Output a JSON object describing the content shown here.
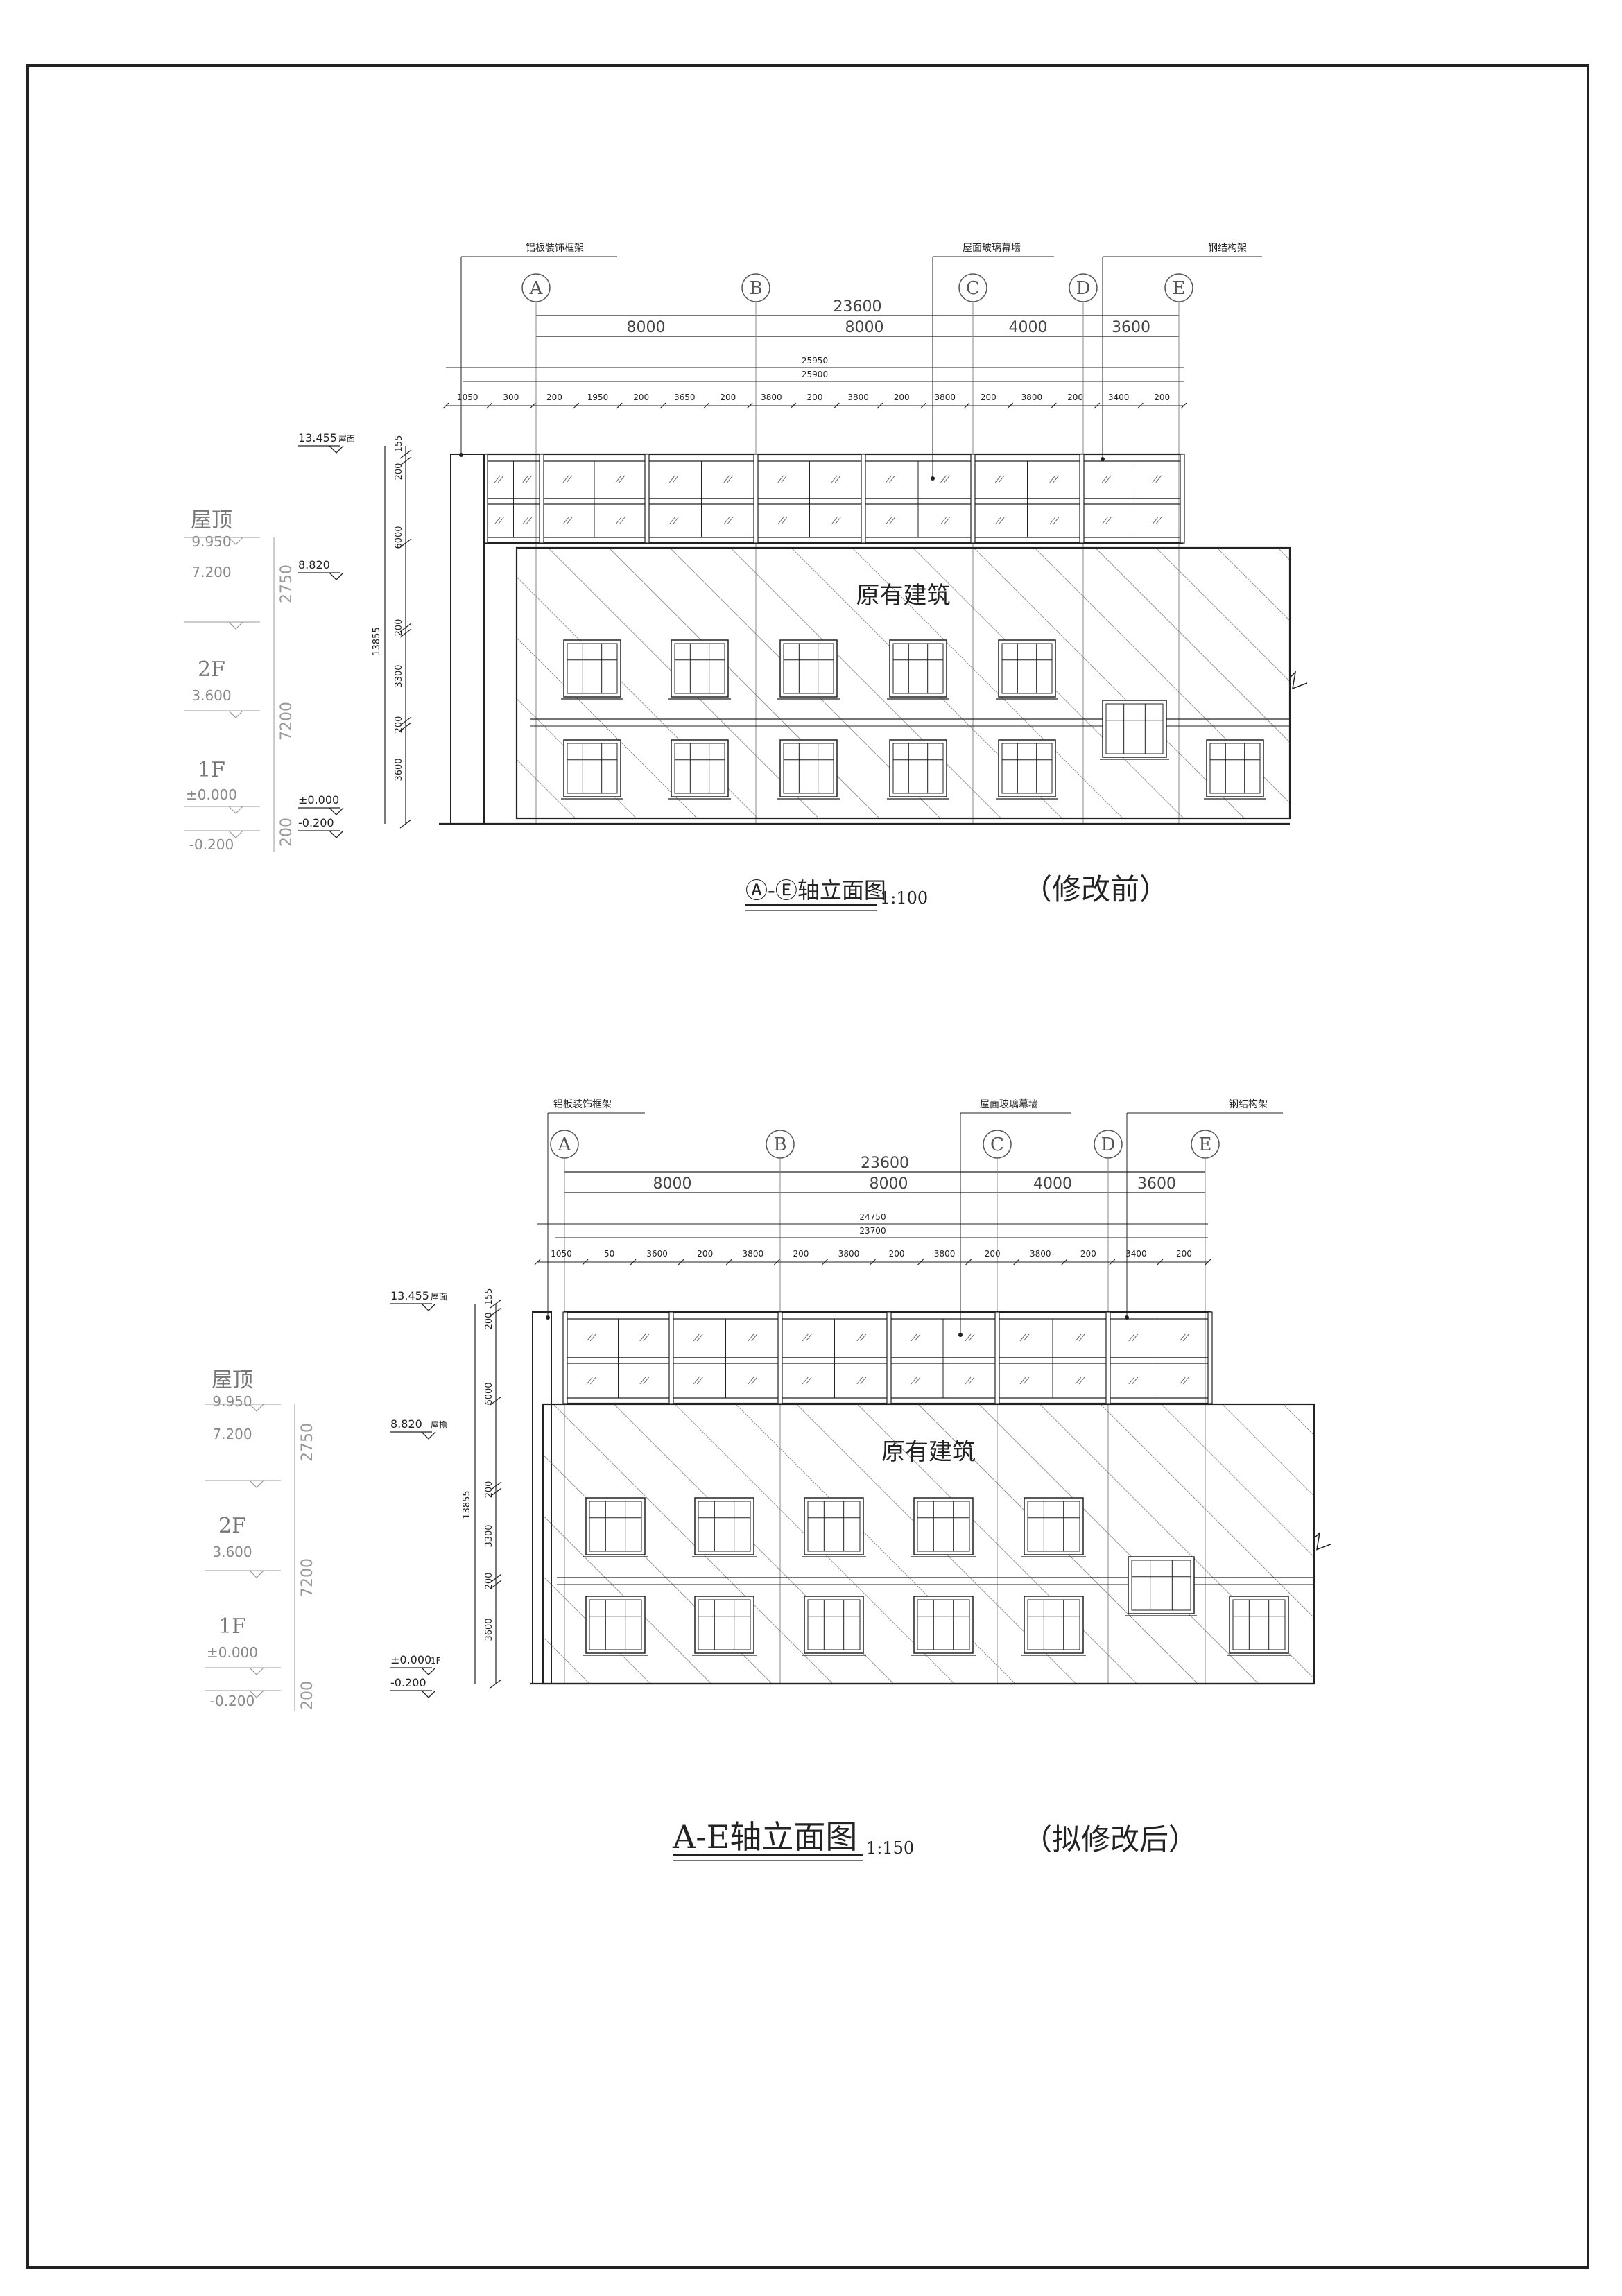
{
  "drawings": [
    {
      "id": "before",
      "axes": [
        "A",
        "B",
        "C",
        "D",
        "E"
      ],
      "overall_dim": "23600",
      "span_dims": [
        "8000",
        "8000",
        "4000",
        "3600"
      ],
      "dim_row2": "25950",
      "dim_row3": "25900",
      "small_dims": [
        "1050",
        "300",
        "200",
        "1950",
        "200",
        "3650",
        "200",
        "3800",
        "200",
        "3800",
        "200",
        "3800",
        "200",
        "3800",
        "200",
        "3400",
        "200"
      ],
      "callouts": [
        "铝板装饰框架",
        "屋面玻璃幕墙",
        "钢结构架"
      ],
      "building_label": "原有建筑",
      "level_marks": [
        {
          "value": "13.455",
          "note": "屋面"
        },
        {
          "value": "8.820",
          "note": ""
        },
        {
          "value": "±0.000",
          "note": ""
        },
        {
          "value": "-0.200",
          "note": ""
        }
      ],
      "vertical_dims": [
        "155",
        "200",
        "6000",
        "200",
        "3300",
        "200",
        "3600",
        "13855"
      ],
      "floor_labels": [
        {
          "elev": "9.950",
          "name": "屋顶"
        },
        {
          "elev": "7.200",
          "name": ""
        },
        {
          "elev": "",
          "name": "2F"
        },
        {
          "elev": "3.600",
          "name": ""
        },
        {
          "elev": "",
          "name": "1F"
        },
        {
          "elev": "±0.000",
          "name": ""
        },
        {
          "elev": "-0.200",
          "name": ""
        }
      ],
      "floor_dims": [
        "2750",
        "7200",
        "200"
      ],
      "title": "Ⓐ-Ⓔ轴立面图",
      "scale": "1:100",
      "status": "（修改前）"
    },
    {
      "id": "after",
      "axes": [
        "A",
        "B",
        "C",
        "D",
        "E"
      ],
      "overall_dim": "23600",
      "span_dims": [
        "8000",
        "8000",
        "4000",
        "3600"
      ],
      "dim_row2": "24750",
      "dim_row3": "23700",
      "small_dims": [
        "1050",
        "50",
        "3600",
        "200",
        "3800",
        "200",
        "3800",
        "200",
        "3800",
        "200",
        "3800",
        "200",
        "3400",
        "200"
      ],
      "callouts": [
        "铝板装饰框架",
        "屋面玻璃幕墙",
        "钢结构架"
      ],
      "building_label": "原有建筑",
      "level_marks": [
        {
          "value": "13.455",
          "note": "屋面"
        },
        {
          "value": "8.820",
          "note": "屋檐"
        },
        {
          "value": "±0.000",
          "note": "1F"
        },
        {
          "value": "-0.200",
          "note": ""
        }
      ],
      "vertical_dims": [
        "155",
        "200",
        "6000",
        "200",
        "3300",
        "200",
        "3600",
        "13855"
      ],
      "floor_labels": [
        {
          "elev": "9.950",
          "name": "屋顶"
        },
        {
          "elev": "7.200",
          "name": ""
        },
        {
          "elev": "",
          "name": "2F"
        },
        {
          "elev": "3.600",
          "name": ""
        },
        {
          "elev": "",
          "name": "1F"
        },
        {
          "elev": "±0.000",
          "name": ""
        },
        {
          "elev": "-0.200",
          "name": ""
        }
      ],
      "floor_dims": [
        "2750",
        "7200",
        "200"
      ],
      "title": "A-E轴立面图",
      "scale": "1:150",
      "status": "（拟修改后）"
    }
  ],
  "colors": {
    "line": "#222222",
    "hatch": "#555555",
    "faint": "#8a8a8a"
  }
}
